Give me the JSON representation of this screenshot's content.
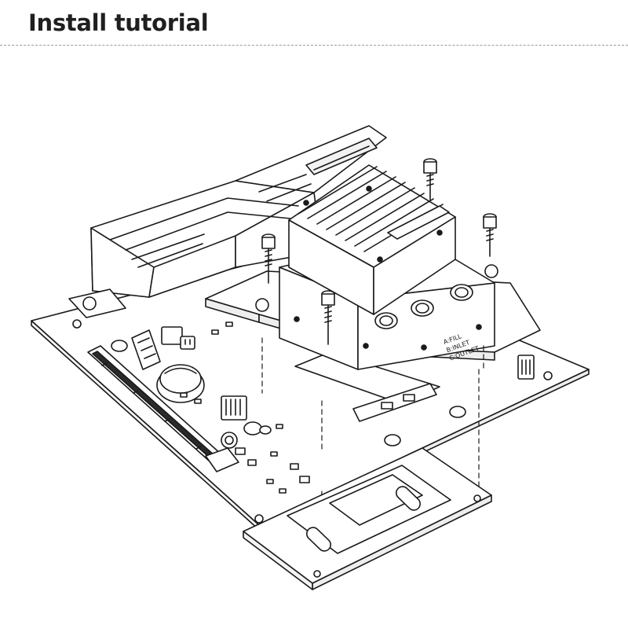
{
  "header": {
    "title": "Install tutorial"
  },
  "figure": {
    "illustration": "exploded-view-motherboard-waterblock-install",
    "block_labels": [
      "A:FILL",
      "B:INLET",
      "C:OUTLET"
    ]
  }
}
